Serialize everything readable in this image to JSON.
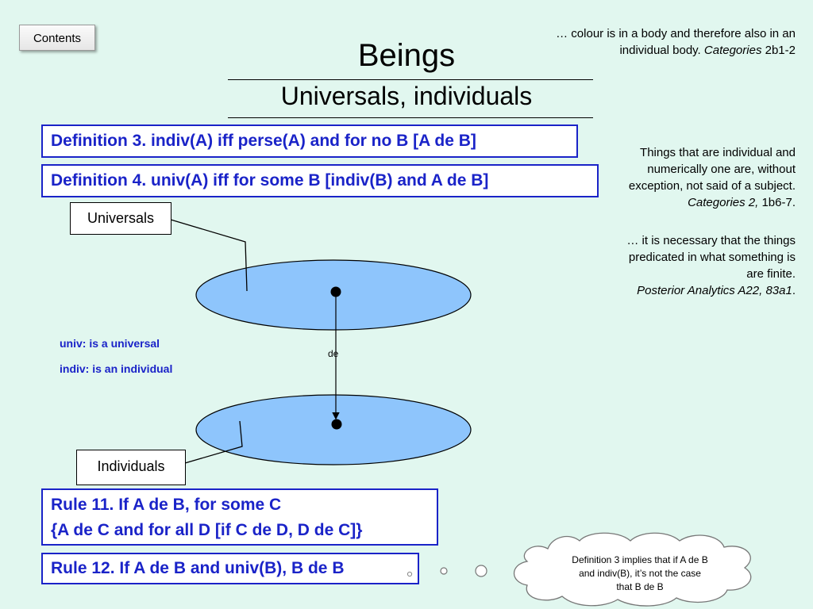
{
  "nav": {
    "contents_label": "Contents"
  },
  "title": "Beings",
  "subtitle": "Universals, individuals",
  "quotes": {
    "top_line1": "… colour is in a body and therefore also in an",
    "top_line2_text": "individual body. ",
    "top_line2_italic": "Categories",
    "top_line2_ref": " 2b1-2",
    "mid_line1": "Things that are individual and",
    "mid_line2": "numerically one are, without",
    "mid_line3": "exception, not said of a subject.",
    "mid_line4_italic": "Categories 2,",
    "mid_line4_ref": " 1b6-7.",
    "low_line1": "… it is necessary that the things",
    "low_line2": "predicated in what something is",
    "low_line3": "are finite.",
    "low_line4_italic": "Posterior Analytics A22, 83a1",
    "low_line4_end": "."
  },
  "definitions": {
    "def3": "Definition 3. indiv(A) iff perse(A) and for no B [A de B]",
    "def4": "Definition 4. univ(A) iff for some B [indiv(B) and A de B]"
  },
  "diagram": {
    "universals_label": "Universals",
    "individuals_label": "Individuals",
    "arrow_label": "de",
    "ellipse_color": "#8ec5fc",
    "accent_blue": "#1a23c8"
  },
  "legend": {
    "univ": "univ: is a universal",
    "indiv": "indiv: is an individual"
  },
  "rules": {
    "rule11_line1": "Rule 11. If A de B, for some C",
    "rule11_line2": "{A de C and for all D [if C de D, D de C]}",
    "rule12": "Rule 12. If A de B and univ(B), B de B"
  },
  "cloud": {
    "line1": "Definition 3 implies that if A de B",
    "line2": "and indiv(B), it’s not the case",
    "line3": "that B de B"
  }
}
